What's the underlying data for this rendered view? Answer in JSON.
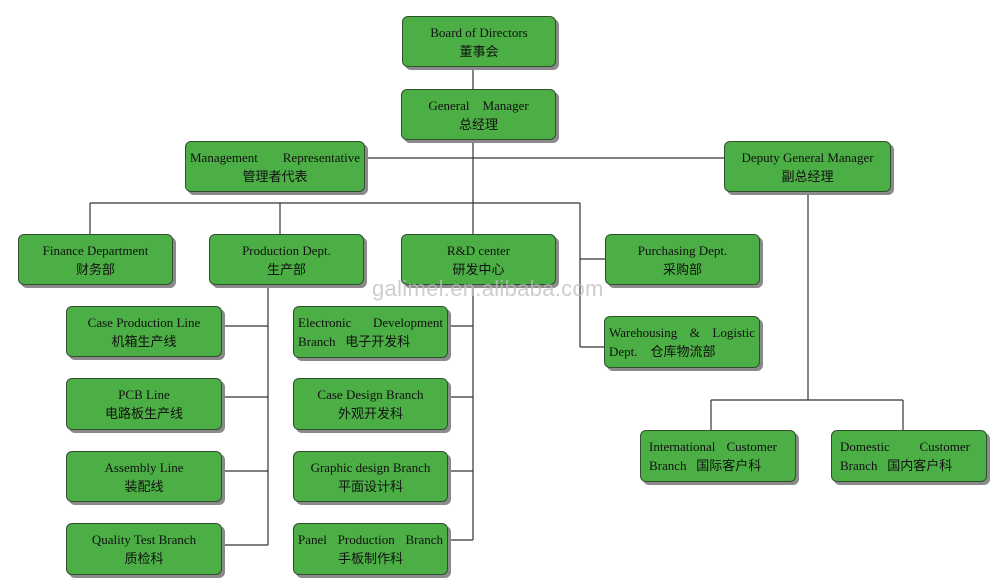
{
  "watermark": "galimel.en.alibaba.com",
  "nodes": {
    "board": {
      "en": "Board of Directors",
      "zh": "董事会"
    },
    "gm": {
      "en": [
        "General",
        "Manager"
      ],
      "zh": "总经理"
    },
    "mgmt_rep": {
      "en": [
        "Management",
        "Representative"
      ],
      "zh": "管理者代表"
    },
    "deputy_gm": {
      "en": "Deputy General Manager",
      "zh": "副总经理"
    },
    "finance": {
      "en": "Finance Department",
      "zh": "财务部"
    },
    "production": {
      "en": "Production Dept.",
      "zh": "生产部"
    },
    "rd": {
      "en": "R&D center",
      "zh": "研发中心"
    },
    "purchasing": {
      "en": "Purchasing Dept.",
      "zh": "采购部"
    },
    "warehousing": {
      "en": [
        "Warehousing",
        "&",
        "Logistic"
      ],
      "zh": [
        "Dept.",
        "仓库物流部"
      ]
    },
    "case_line": {
      "en": "Case Production Line",
      "zh": "机箱生产线"
    },
    "pcb_line": {
      "en": "PCB Line",
      "zh": "电路板生产线"
    },
    "assembly_line": {
      "en": "Assembly Line",
      "zh": "装配线"
    },
    "quality_test": {
      "en": "Quality Test Branch",
      "zh": "质检科"
    },
    "electronic_dev": {
      "en": [
        "Electronic",
        "Development"
      ],
      "zh": [
        "Branch",
        "电子开发科"
      ]
    },
    "case_design": {
      "en": "Case Design Branch",
      "zh": "外观开发科"
    },
    "graphic_design": {
      "en": "Graphic design Branch",
      "zh": "平面设计科"
    },
    "panel_production": {
      "en": [
        "Panel",
        "Production",
        "Branch"
      ],
      "zh": "手板制作科"
    },
    "intl_customer": {
      "en": [
        "International",
        "Customer"
      ],
      "zh": [
        "Branch",
        "国际客户科"
      ]
    },
    "domestic_customer": {
      "en": [
        "Domestic",
        "Customer"
      ],
      "zh": [
        "Branch",
        "国内客户科"
      ]
    }
  },
  "colors": {
    "box_fill": "#4caf45",
    "box_border": "#2f4f2f",
    "line": "#333333"
  }
}
